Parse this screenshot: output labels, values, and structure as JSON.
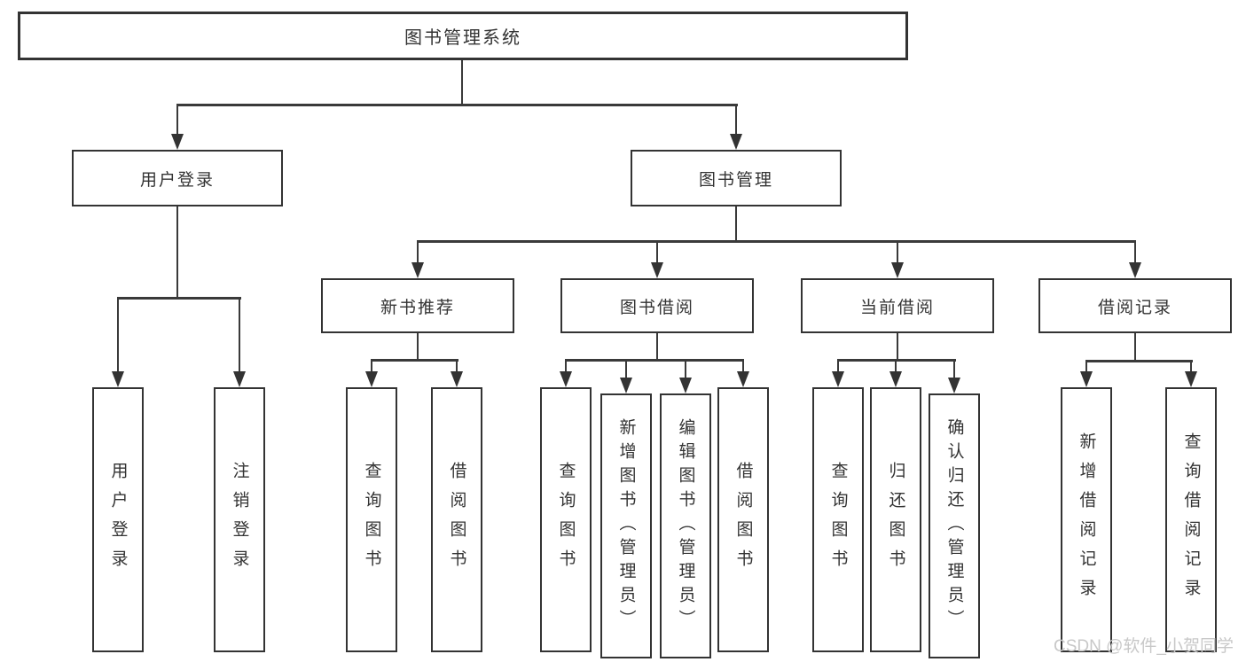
{
  "diagram": {
    "root": {
      "label": "图书管理系统"
    },
    "level2": [
      {
        "label": "用户登录"
      },
      {
        "label": "图书管理"
      }
    ],
    "level3": [
      {
        "label": "新书推荐"
      },
      {
        "label": "图书借阅"
      },
      {
        "label": "当前借阅"
      },
      {
        "label": "借阅记录"
      }
    ],
    "leaves": {
      "user": [
        {
          "label": "用户登录"
        },
        {
          "label": "注销登录"
        }
      ],
      "recommend": [
        {
          "label": "查询图书"
        },
        {
          "label": "借阅图书"
        }
      ],
      "borrow": [
        {
          "label": "查询图书"
        },
        {
          "label": "新增图书（管理员）"
        },
        {
          "label": "编辑图书（管理员）"
        },
        {
          "label": "借阅图书"
        }
      ],
      "current": [
        {
          "label": "查询图书"
        },
        {
          "label": "归还图书"
        },
        {
          "label": "确认归还（管理员）"
        }
      ],
      "records": [
        {
          "label": "新增借阅记录"
        },
        {
          "label": "查询借阅记录"
        }
      ]
    }
  },
  "watermark": {
    "text": "CSDN @软件_小贺同学"
  },
  "colors": {
    "line": "#3a3a3a",
    "border": "#333333",
    "text": "#333333",
    "background": "#ffffff",
    "watermark": "#c8c8c8"
  }
}
